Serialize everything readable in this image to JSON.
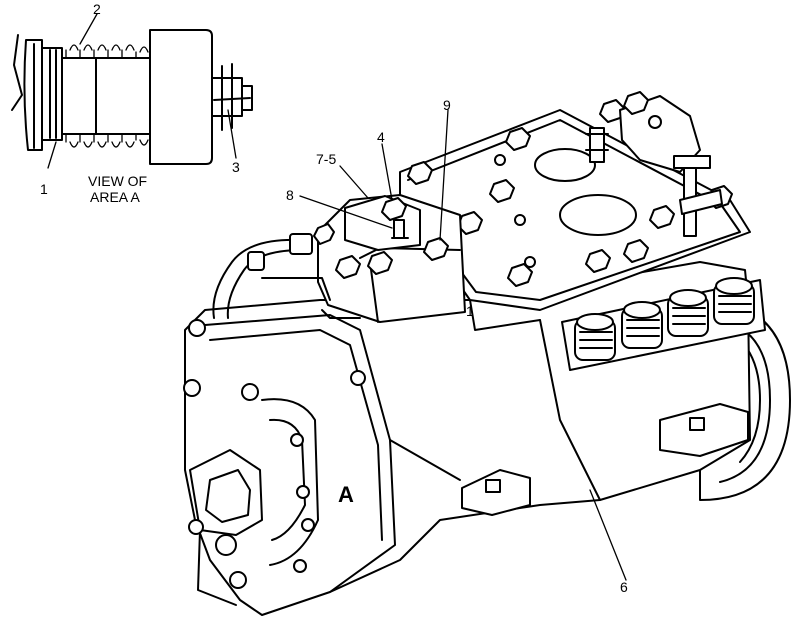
{
  "inset": {
    "caption_line1": "VIEW OF",
    "caption_line2": "AREA A"
  },
  "callouts": {
    "c1_inset": "1",
    "c2": "2",
    "c3": "3",
    "c4": "4",
    "c7_5": "7-5",
    "c8": "8",
    "c9": "9",
    "c1_main": "1",
    "c6": "6"
  },
  "area_label": "A"
}
